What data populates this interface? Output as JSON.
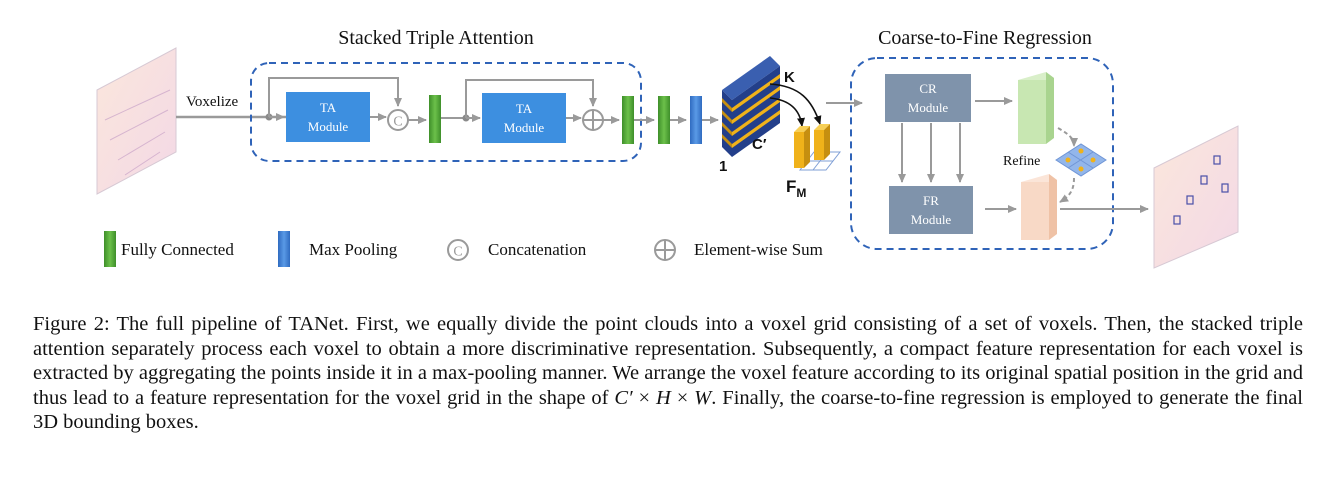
{
  "diagram": {
    "title_left": "Stacked Triple Attention",
    "title_right": "Coarse-to-Fine Regression",
    "voxelize_label": "Voxelize",
    "ta_module_1": {
      "line1": "TA",
      "line2": "Module"
    },
    "ta_module_2": {
      "line1": "TA",
      "line2": "Module"
    },
    "cr_module": {
      "line1": "CR",
      "line2": "Module"
    },
    "fr_module": {
      "line1": "FR",
      "line2": "Module"
    },
    "concat_symbol": "C",
    "refine_label": "Refine",
    "tensor_labels": {
      "k": "K",
      "c_prime": "C′",
      "one": "1",
      "f": "F",
      "f_sub": "M"
    },
    "legend": [
      {
        "label": "Fully Connected",
        "swatch": "fc"
      },
      {
        "label": "Max Pooling",
        "swatch": "mp"
      },
      {
        "label": "Concatenation",
        "swatch": "concat",
        "symbol": "C"
      },
      {
        "label": "Element-wise Sum",
        "swatch": "sum"
      }
    ],
    "colors": {
      "fc_green": "#5aa83a",
      "mp_blue": "#3f7fd0",
      "module_blue": "#3d8fe0",
      "module_gray": "#7f93ab",
      "dashed_border": "#2f63b8",
      "tensor_navy": "#233f8a",
      "tensor_yellow": "#f0b21a",
      "arrow_gray": "#9a9a9a"
    }
  },
  "caption": {
    "prefix": "Figure 2: The full pipeline of TANet. First, we equally divide the point clouds into a voxel grid consisting of a set of voxels. Then, the stacked triple attention separately process each voxel to obtain a more discriminative representation. Subsequently, a compact feature representation for each voxel is extracted by aggregating the points inside it in a max-pooling manner. We arrange the voxel feature according to its original spatial position in the grid and thus lead to a feature representation for the voxel grid in the shape of ",
    "math_c": "C′",
    "times": " × ",
    "math_h": "H",
    "math_w": "W",
    "suffix": ". Finally, the coarse-to-fine regression is employed to generate the final 3D bounding boxes."
  }
}
